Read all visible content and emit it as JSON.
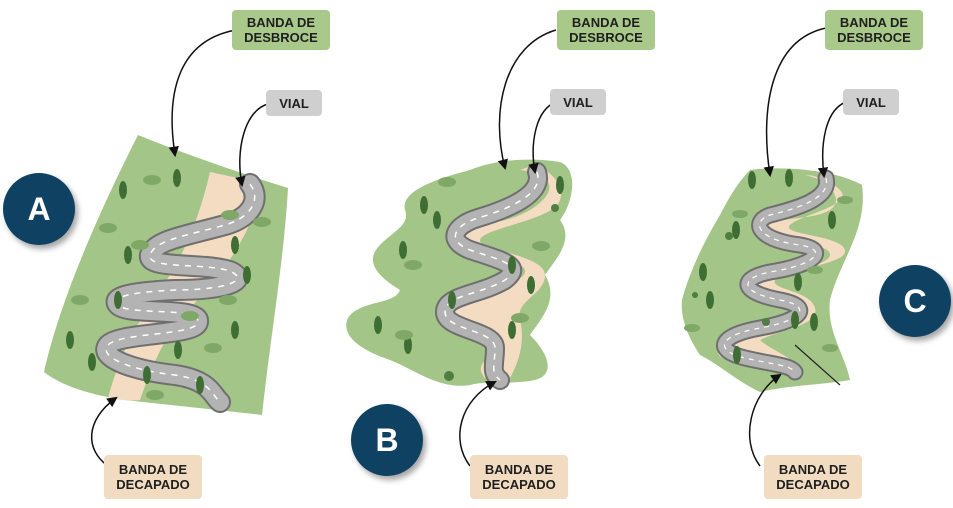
{
  "panels": [
    {
      "id": "A",
      "badge": "A",
      "top_label": "BANDA DE\nDESBROCE",
      "road_label": "VIAL",
      "bottom_label": "BANDA DE\nDECAPADO"
    },
    {
      "id": "B",
      "badge": "B",
      "top_label": "BANDA DE\nDESBROCE",
      "road_label": "VIAL",
      "bottom_label": "BANDA DE\nDECAPADO"
    },
    {
      "id": "C",
      "badge": "C",
      "top_label": "BANDA DE\nDESBROCE",
      "road_label": "VIAL",
      "bottom_label": "BANDA DE\nDECAPADO"
    }
  ],
  "colors": {
    "vegetation": "#a3c587",
    "strip": "#f4dcc2",
    "road": "#b3b3b3",
    "road_edge": "#6f6f6f",
    "tree": "#3f6e34",
    "tree_light": "#7fa866",
    "badge": "#0f4262",
    "label_green": "#a9c98a",
    "label_grey": "#cfcfcf",
    "label_beige": "#f1dcc2"
  },
  "icons": [
    "tree-icon",
    "bush-icon",
    "arrow-icon"
  ]
}
